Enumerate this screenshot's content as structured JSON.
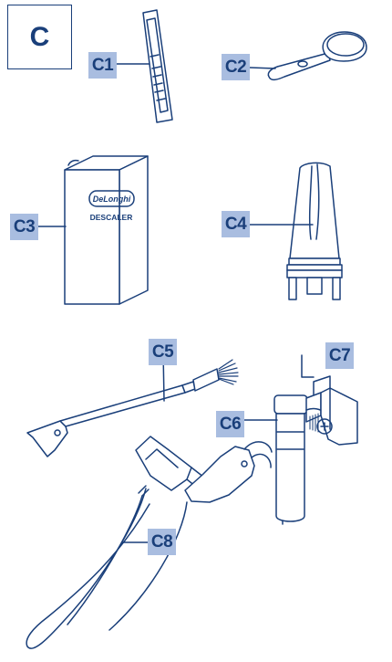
{
  "section": {
    "letter": "C"
  },
  "callouts": {
    "c1": "C1",
    "c2": "C2",
    "c3": "C3",
    "c4": "C4",
    "c5": "C5",
    "c6": "C6",
    "c7": "C7",
    "c8": "C8"
  },
  "descaler_box": {
    "brand": "DeLonghi",
    "product": "DESCALER"
  },
  "colors": {
    "line": "#1a3f7a",
    "callout_bg": "#a9bde0"
  }
}
